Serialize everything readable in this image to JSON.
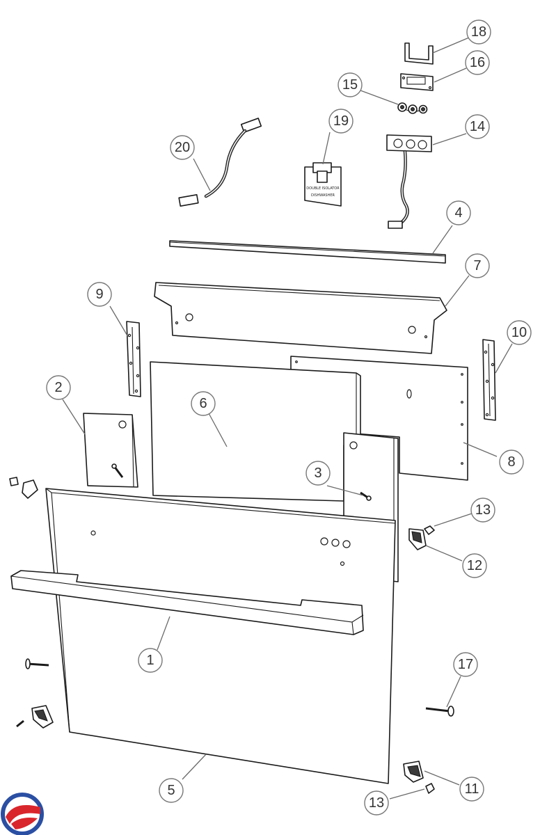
{
  "diagram": {
    "callouts": [
      {
        "id": "c1",
        "label": "1"
      },
      {
        "id": "c2",
        "label": "2"
      },
      {
        "id": "c3",
        "label": "3"
      },
      {
        "id": "c4",
        "label": "4"
      },
      {
        "id": "c5",
        "label": "5"
      },
      {
        "id": "c6",
        "label": "6"
      },
      {
        "id": "c7",
        "label": "7"
      },
      {
        "id": "c8",
        "label": "8"
      },
      {
        "id": "c9",
        "label": "9"
      },
      {
        "id": "c10",
        "label": "10"
      },
      {
        "id": "c11",
        "label": "11"
      },
      {
        "id": "c12",
        "label": "12"
      },
      {
        "id": "c13a",
        "label": "13"
      },
      {
        "id": "c13b",
        "label": "13"
      },
      {
        "id": "c14",
        "label": "14"
      },
      {
        "id": "c15",
        "label": "15"
      },
      {
        "id": "c16",
        "label": "16"
      },
      {
        "id": "c17",
        "label": "17"
      },
      {
        "id": "c18",
        "label": "18"
      },
      {
        "id": "c19",
        "label": "19"
      },
      {
        "id": "c20",
        "label": "20"
      }
    ],
    "isolator_text": {
      "line1": "DOUBLE ISOLATOR",
      "line2": "DISHWASHER"
    },
    "colors": {
      "logo_red": "#d9262c",
      "logo_blue": "#2a4fa3",
      "line": "#1a1a1a",
      "callout": "#777777"
    }
  }
}
